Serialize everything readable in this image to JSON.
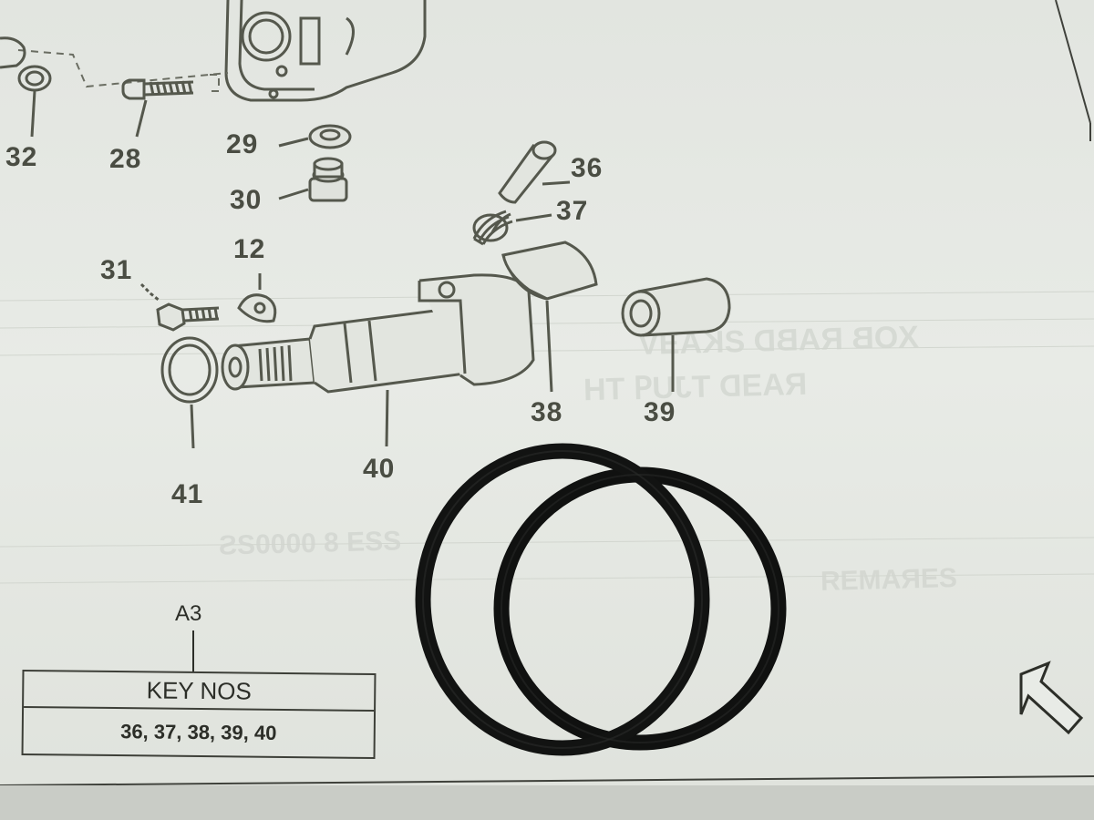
{
  "diagram": {
    "callouts": [
      {
        "id": "c32",
        "label": "32"
      },
      {
        "id": "c28",
        "label": "28"
      },
      {
        "id": "c29",
        "label": "29"
      },
      {
        "id": "c30",
        "label": "30"
      },
      {
        "id": "c36",
        "label": "36"
      },
      {
        "id": "c37",
        "label": "37"
      },
      {
        "id": "c31",
        "label": "31"
      },
      {
        "id": "c12",
        "label": "12"
      },
      {
        "id": "c38",
        "label": "38"
      },
      {
        "id": "c39",
        "label": "39"
      },
      {
        "id": "c40",
        "label": "40"
      },
      {
        "id": "c41",
        "label": "41"
      }
    ],
    "sheet_ref": "A3",
    "key_box": {
      "title": "KEY NOS",
      "numbers": "36, 37, 38, 39, 40"
    }
  },
  "objects": [
    {
      "name": "o-ring",
      "color": "#121312"
    },
    {
      "name": "o-ring",
      "color": "#121312"
    }
  ],
  "colors": {
    "paper": "#e4e7e2",
    "line_art": "#55584d",
    "o_ring": "#121312"
  }
}
